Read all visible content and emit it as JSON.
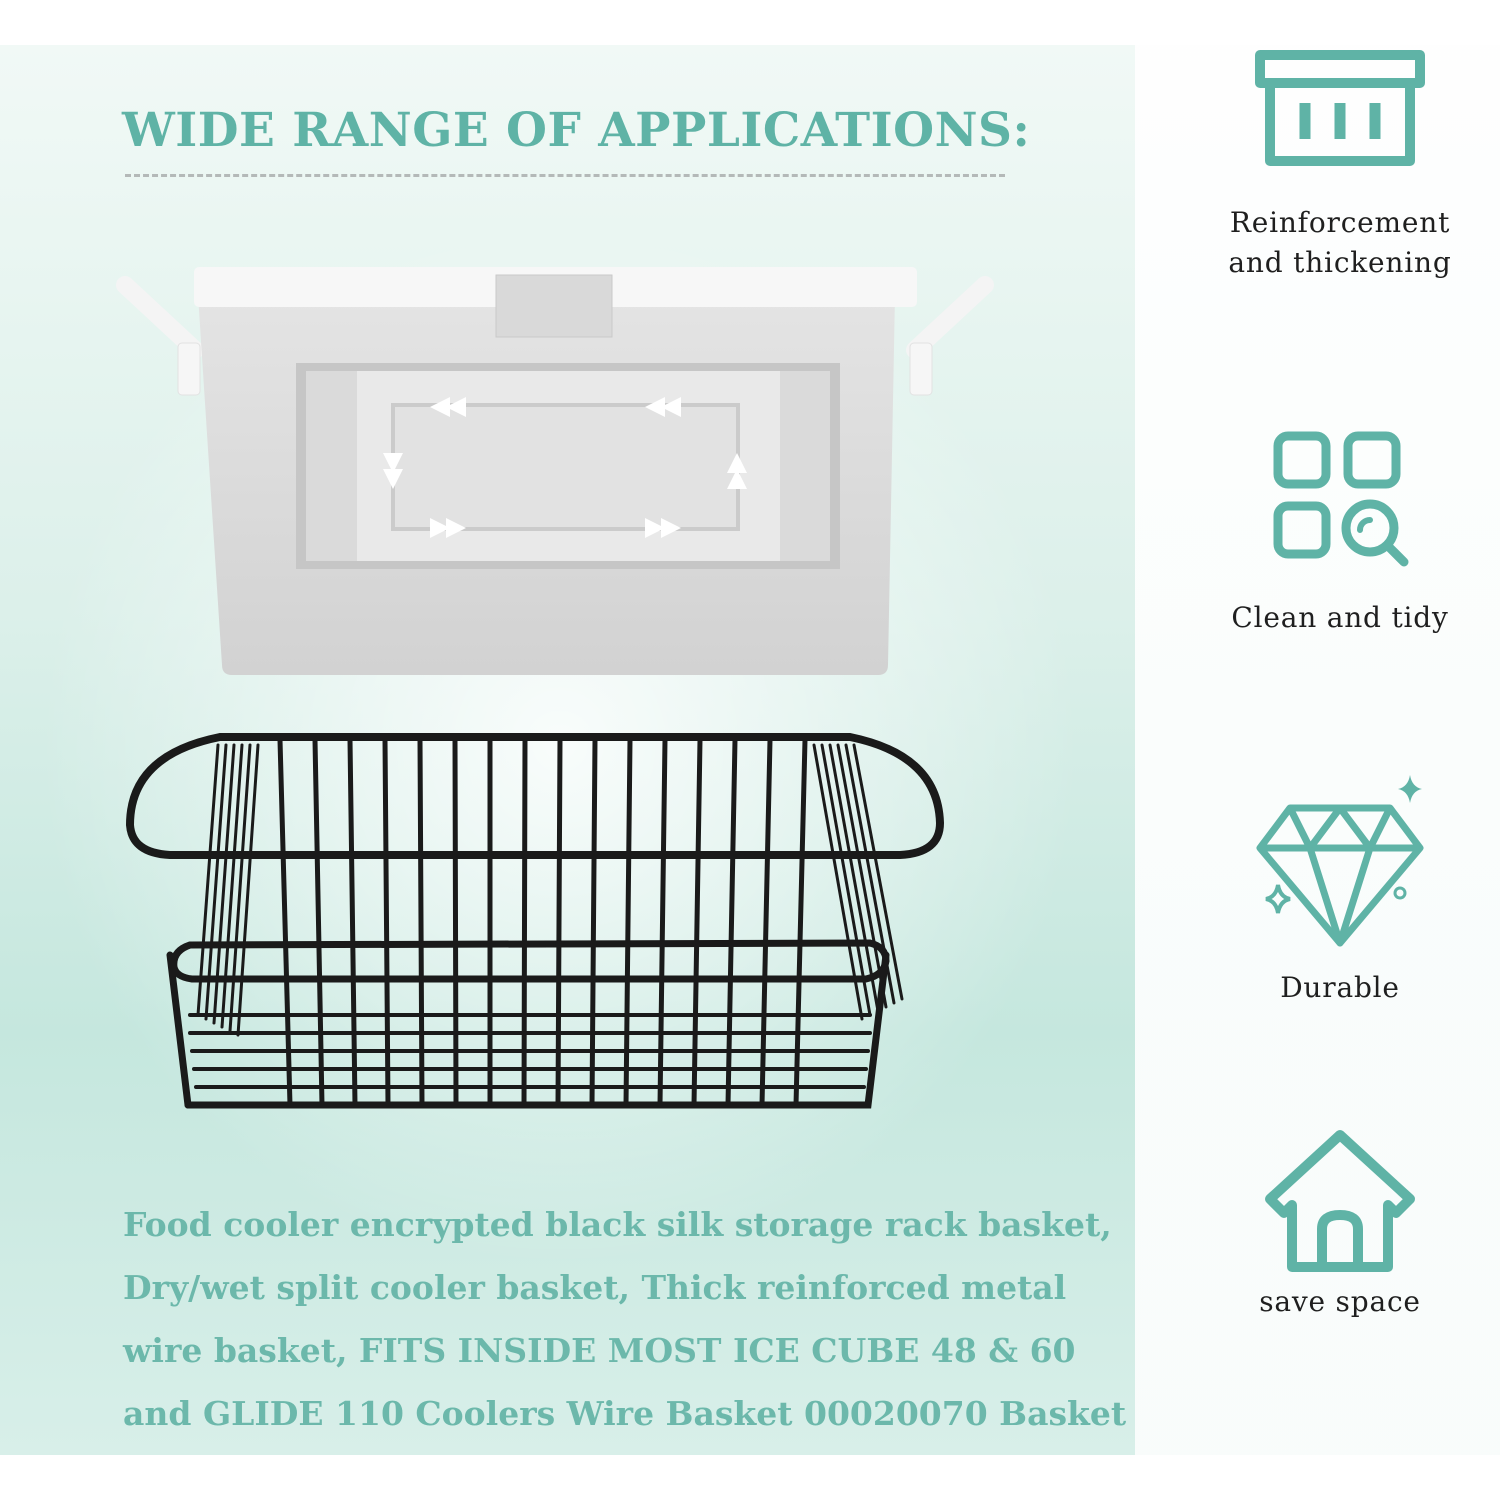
{
  "headline": "WIDE RANGE OF APPLICATIONS:",
  "description": "Food cooler encrypted black silk storage rack basket, Dry/wet split cooler basket, Thick reinforced metal wire basket, FITS INSIDE MOST ICE CUBE 48 & 60 and GLIDE 110 Coolers Wire Basket 00020070 Basket",
  "features": [
    {
      "icon": "crate-icon",
      "line1": "Reinforcement",
      "line2": "and thickening"
    },
    {
      "icon": "grid-search-icon",
      "line1": "Clean and tidy",
      "line2": ""
    },
    {
      "icon": "diamond-icon",
      "line1": "Durable",
      "line2": ""
    },
    {
      "icon": "house-icon",
      "line1": "save space",
      "line2": ""
    }
  ],
  "colors": {
    "accent": "#5fb3a6",
    "text": "#1f1f1f",
    "divider": "#b4b9b8"
  }
}
